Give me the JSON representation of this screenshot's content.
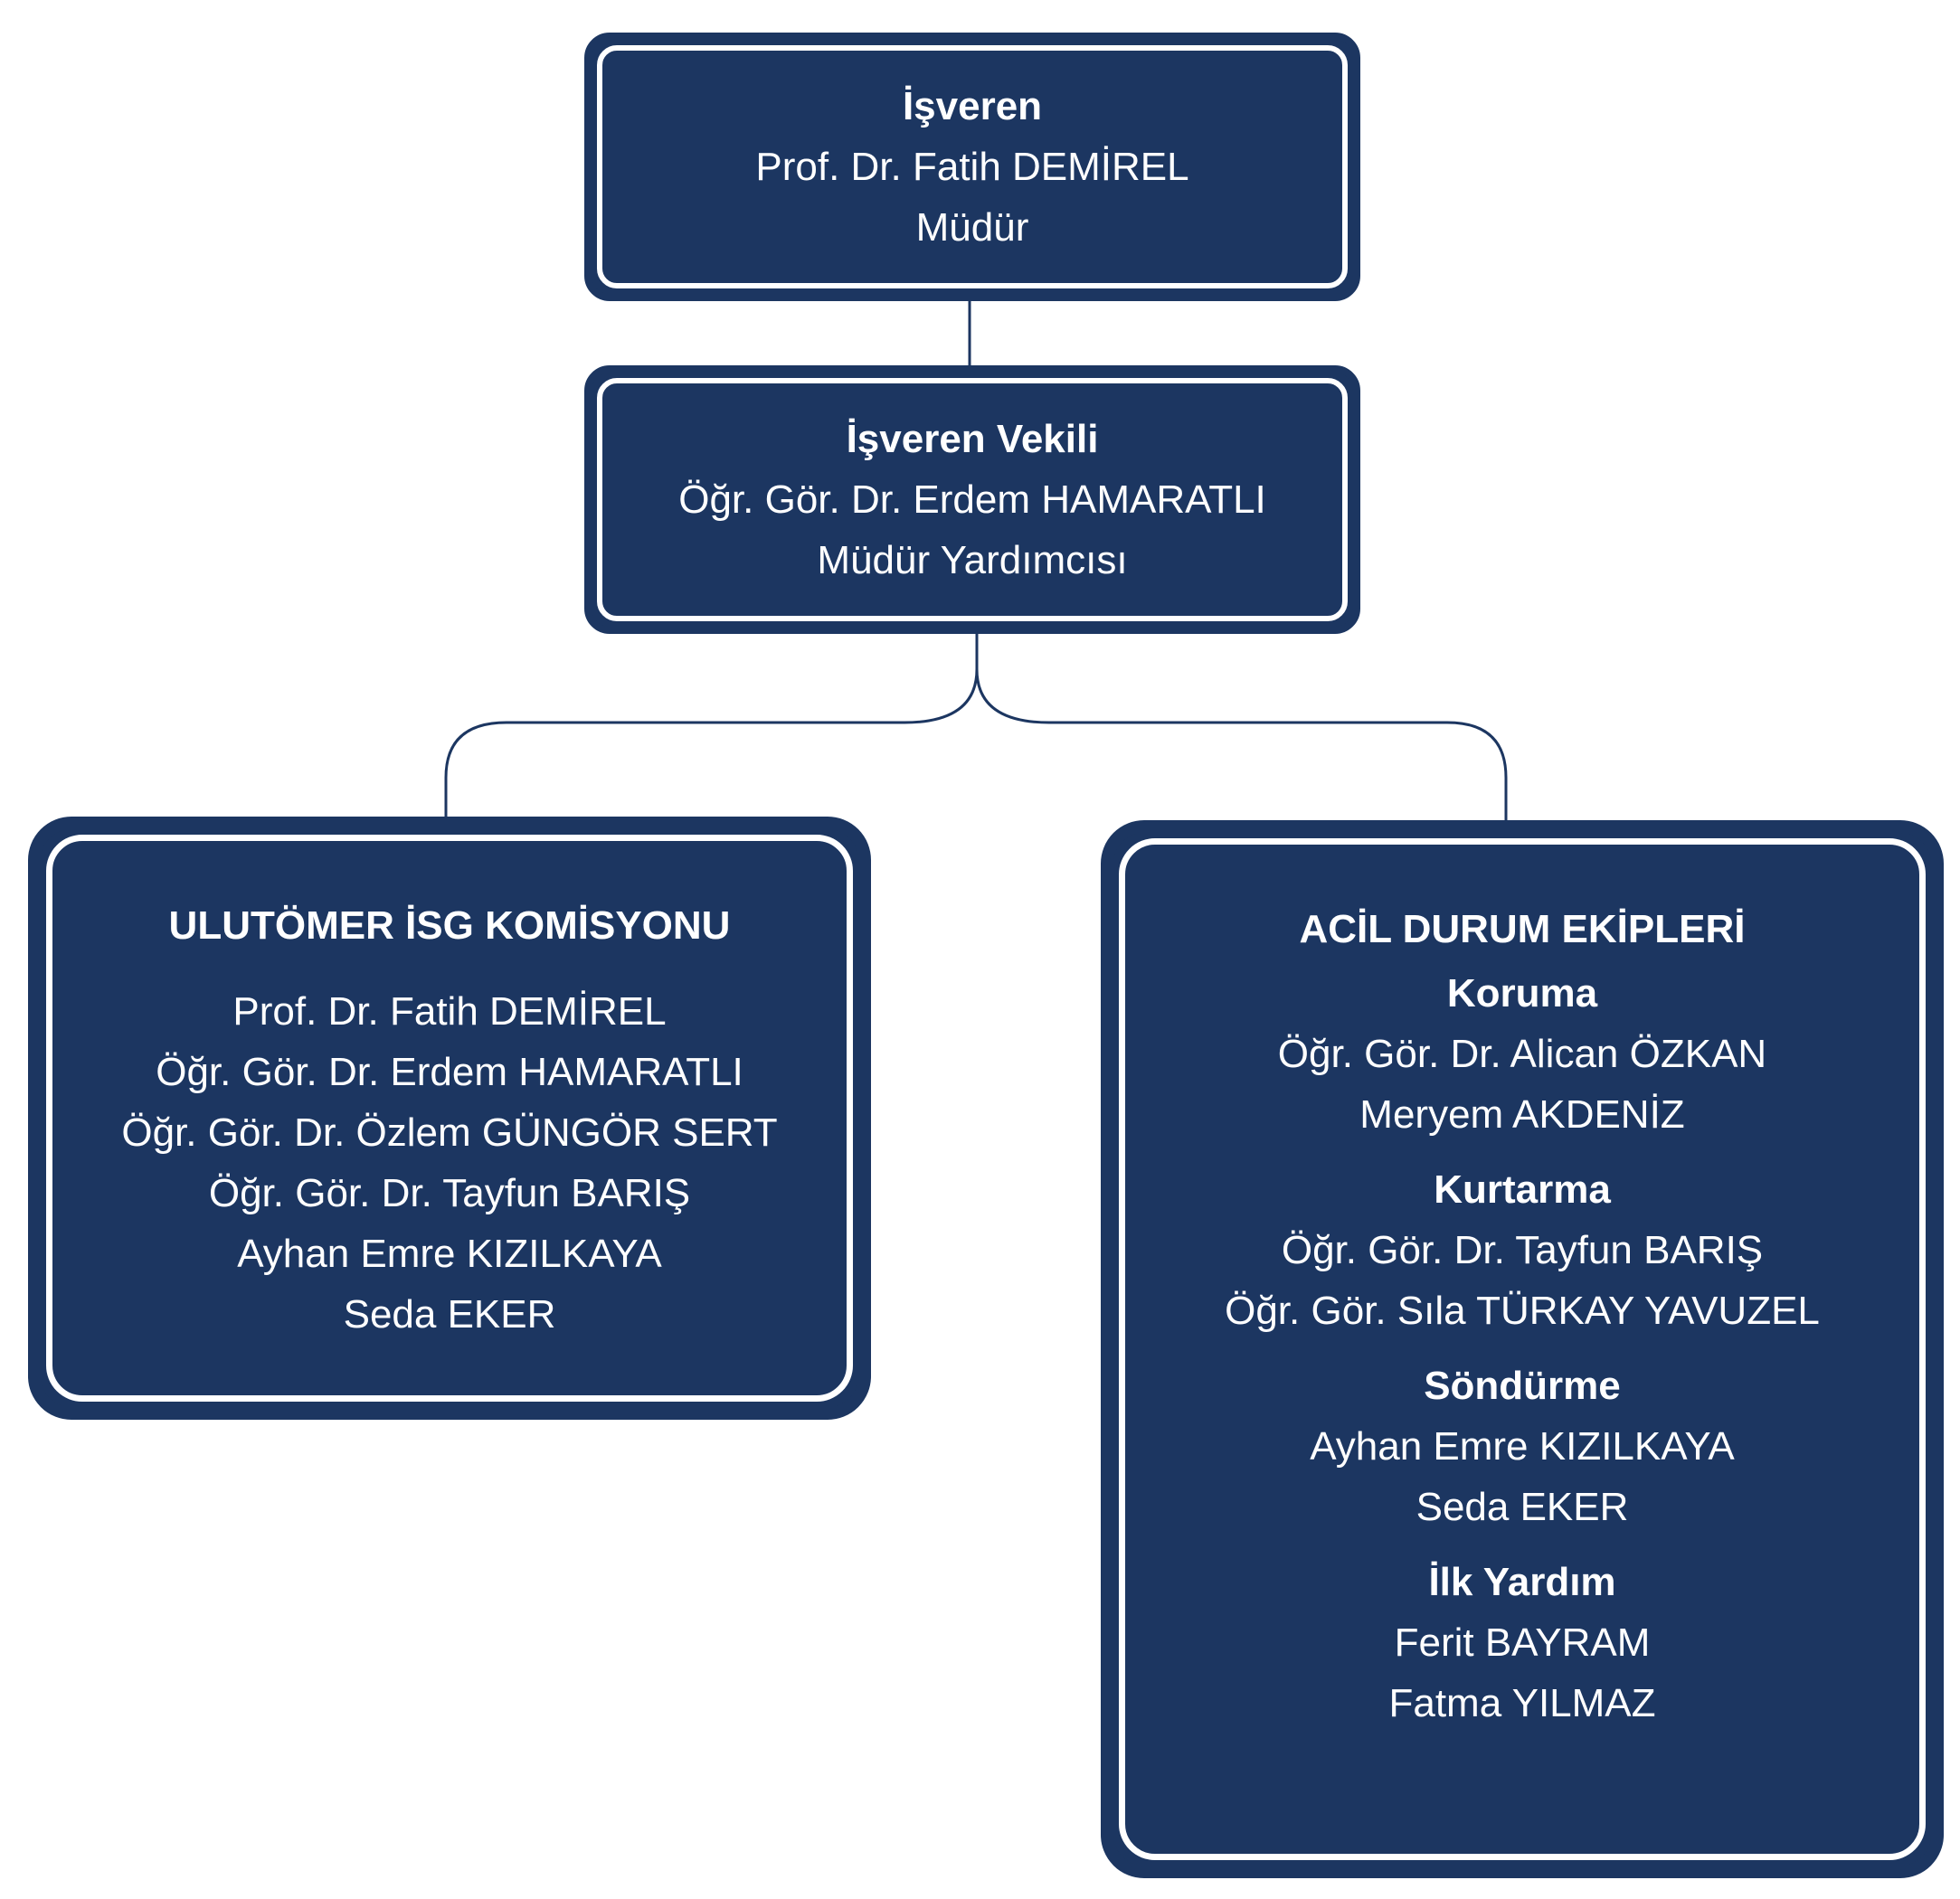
{
  "employer": {
    "title": "İşveren",
    "name": "Prof. Dr. Fatih DEMİREL",
    "role": "Müdür"
  },
  "deputy": {
    "title": "İşveren Vekili",
    "name": "Öğr. Gör. Dr.  Erdem HAMARATLI",
    "role": "Müdür Yardımcısı"
  },
  "commission": {
    "title": "ULUTÖMER İSG KOMİSYONU",
    "members": [
      "Prof. Dr. Fatih DEMİREL",
      "Öğr. Gör. Dr. Erdem HAMARATLI",
      "Öğr. Gör. Dr. Özlem GÜNGÖR SERT",
      "Öğr. Gör. Dr. Tayfun BARIŞ",
      "Ayhan Emre KIZILKAYA",
      "Seda EKER"
    ]
  },
  "emergency": {
    "title": "ACİL DURUM EKİPLERİ",
    "teams": [
      {
        "name": "Koruma",
        "members": [
          "Öğr. Gör. Dr. Alican ÖZKAN",
          "Meryem AKDENİZ"
        ]
      },
      {
        "name": "Kurtarma",
        "members": [
          "Öğr. Gör. Dr. Tayfun BARIŞ",
          "Öğr. Gör. Sıla TÜRKAY YAVUZEL"
        ]
      },
      {
        "name": "Söndürme",
        "members": [
          "Ayhan Emre KIZILKAYA",
          "Seda EKER"
        ]
      },
      {
        "name": "İlk Yardım",
        "members": [
          "Ferit BAYRAM",
          "Fatma YILMAZ"
        ]
      }
    ]
  },
  "colors": {
    "navy": "#1c3661"
  }
}
